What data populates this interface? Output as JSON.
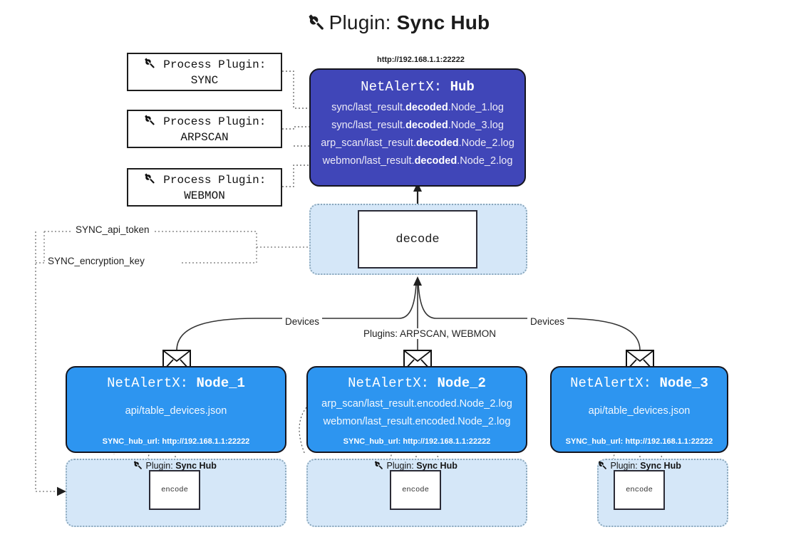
{
  "title": {
    "icon": "plug-icon",
    "prefix": "Plugin:",
    "name": "Sync Hub"
  },
  "process_plugins": [
    {
      "icon": "plug-icon",
      "line1": "Process Plugin:",
      "line2": "SYNC"
    },
    {
      "icon": "plug-icon",
      "line1": "Process Plugin:",
      "line2": "ARPSCAN"
    },
    {
      "icon": "plug-icon",
      "line1": "Process Plugin:",
      "line2": "WEBMON"
    }
  ],
  "hub": {
    "url": "http://192.168.1.1:22222",
    "title_prefix": "NetAlertX:",
    "title_name": "Hub",
    "lines": [
      {
        "pre": "sync/last_result.",
        "mid": "decoded",
        "post": ".Node_1.log"
      },
      {
        "pre": "sync/last_result.",
        "mid": "decoded",
        "post": ".Node_3.log"
      },
      {
        "pre": "arp_scan/last_result.",
        "mid": "decoded",
        "post": ".Node_2.log"
      },
      {
        "pre": "webmon/last_result.",
        "mid": "decoded",
        "post": ".Node_2.log"
      }
    ],
    "color": "#4046b8"
  },
  "decode": {
    "label": "decode",
    "container_color": "#d5e7f8"
  },
  "wire_labels": {
    "api_token": "SYNC_api_token",
    "encryption_key": "SYNC_encryption_key",
    "devices_left": "Devices",
    "devices_right": "Devices",
    "plugins_center": "Plugins: ARPSCAN, WEBMON"
  },
  "nodes": [
    {
      "title_prefix": "NetAlertX:",
      "title_name": "Node_1",
      "lines": [
        "api/table_devices.json"
      ],
      "footer": "SYNC_hub_url: http://192.168.1.1:22222",
      "color": "#2d95f0",
      "envelope": "envelope-icon"
    },
    {
      "title_prefix": "NetAlertX:",
      "title_name": "Node_2",
      "lines": [
        "arp_scan/last_result.encoded.Node_2.log",
        "webmon/last_result.encoded.Node_2.log"
      ],
      "footer": "SYNC_hub_url: http://192.168.1.1:22222",
      "color": "#2d95f0",
      "envelope": "envelope-icon"
    },
    {
      "title_prefix": "NetAlertX:",
      "title_name": "Node_3",
      "lines": [
        "api/table_devices.json"
      ],
      "footer": "SYNC_hub_url: http://192.168.1.1:22222",
      "color": "#2d95f0",
      "envelope": "envelope-icon"
    }
  ],
  "encoders": [
    {
      "icon": "plug-icon",
      "label_prefix": "Plugin:",
      "label_name": "Sync Hub",
      "box": "encode"
    },
    {
      "icon": "plug-icon",
      "label_prefix": "Plugin:",
      "label_name": "Sync Hub",
      "box": "encode"
    },
    {
      "icon": "plug-icon",
      "label_prefix": "Plugin:",
      "label_name": "Sync Hub",
      "box": "encode"
    }
  ]
}
